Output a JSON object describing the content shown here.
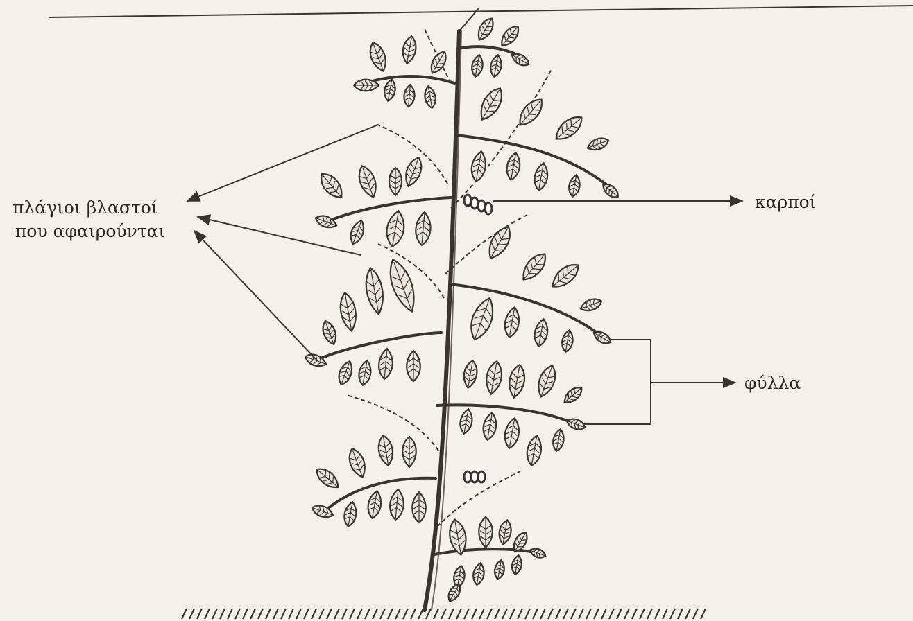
{
  "labels": {
    "side_shoots_line1": "πλάγιοι βλαστοί",
    "side_shoots_line2": "που αφαιρούνται",
    "fruits": "καρποί",
    "leaves": "φύλλα"
  },
  "colors": {
    "paper": "#f4f1ec",
    "ink": "#3a3430",
    "leaf_fill": "#e9e4dc"
  }
}
